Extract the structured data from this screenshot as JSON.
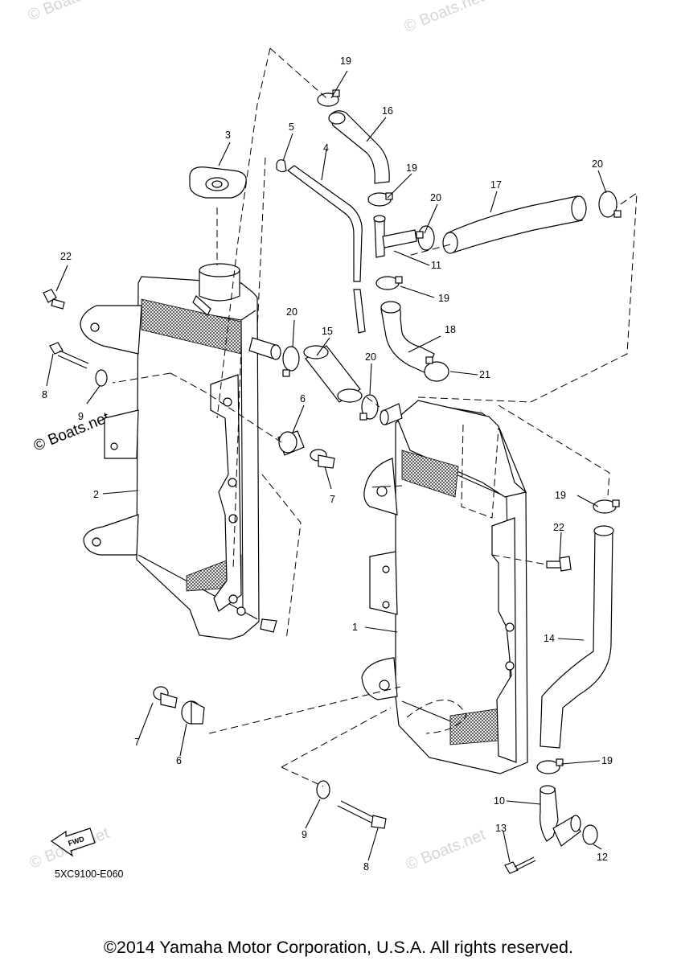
{
  "diagram": {
    "drawing_code": "5XC9100-E060",
    "fwd_label": "FWD",
    "watermark": "© Boats.net",
    "callouts": [
      {
        "id": "c1",
        "label": "1"
      },
      {
        "id": "c2",
        "label": "2"
      },
      {
        "id": "c3",
        "label": "3"
      },
      {
        "id": "c4",
        "label": "4"
      },
      {
        "id": "c5",
        "label": "5"
      },
      {
        "id": "c6a",
        "label": "6"
      },
      {
        "id": "c6b",
        "label": "6"
      },
      {
        "id": "c7a",
        "label": "7"
      },
      {
        "id": "c7b",
        "label": "7"
      },
      {
        "id": "c8a",
        "label": "8"
      },
      {
        "id": "c8b",
        "label": "8"
      },
      {
        "id": "c9a",
        "label": "9"
      },
      {
        "id": "c9b",
        "label": "9"
      },
      {
        "id": "c10",
        "label": "10"
      },
      {
        "id": "c11",
        "label": "11"
      },
      {
        "id": "c12",
        "label": "12"
      },
      {
        "id": "c13",
        "label": "13"
      },
      {
        "id": "c14",
        "label": "14"
      },
      {
        "id": "c15",
        "label": "15"
      },
      {
        "id": "c16",
        "label": "16"
      },
      {
        "id": "c17",
        "label": "17"
      },
      {
        "id": "c18",
        "label": "18"
      },
      {
        "id": "c19a",
        "label": "19"
      },
      {
        "id": "c19b",
        "label": "19"
      },
      {
        "id": "c19c",
        "label": "19"
      },
      {
        "id": "c19d",
        "label": "19"
      },
      {
        "id": "c19e",
        "label": "19"
      },
      {
        "id": "c20a",
        "label": "20"
      },
      {
        "id": "c20b",
        "label": "20"
      },
      {
        "id": "c20c",
        "label": "20"
      },
      {
        "id": "c20d",
        "label": "20"
      },
      {
        "id": "c21",
        "label": "21"
      },
      {
        "id": "c22a",
        "label": "22"
      },
      {
        "id": "c22b",
        "label": "22"
      }
    ]
  },
  "footer": {
    "copyright": "©2014 Yamaha Motor Corporation, U.S.A. All rights reserved."
  }
}
